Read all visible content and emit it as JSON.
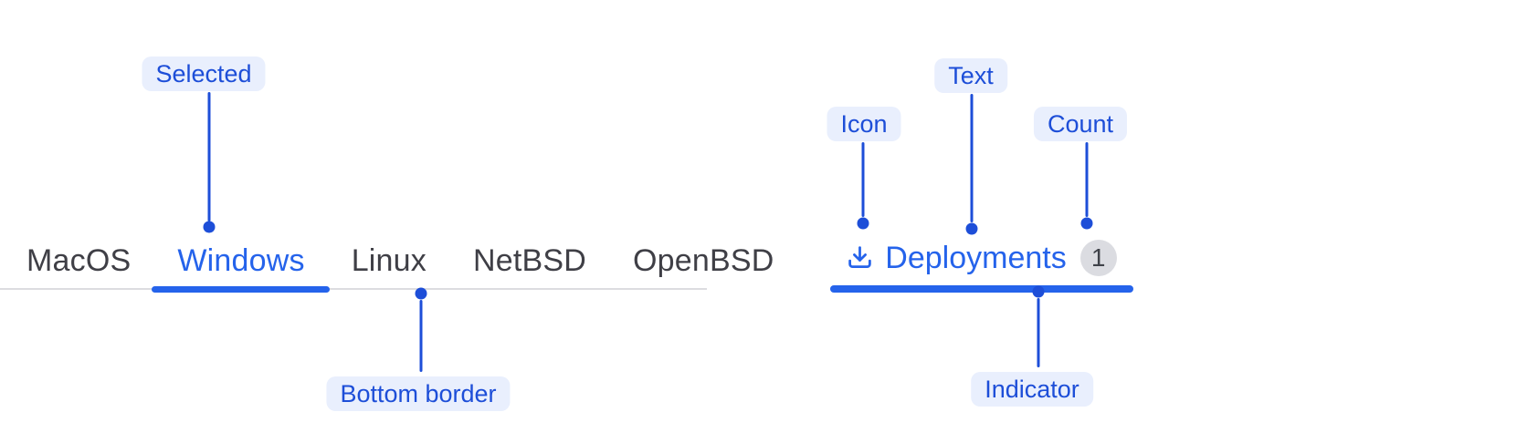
{
  "colors": {
    "accent_blue": "#2563eb",
    "annotation_blue": "#1d4ed8",
    "pill_background": "#e9effd",
    "inactive_tab_text": "#3f3f46",
    "border_gray": "#dcdce0",
    "badge_background": "#dbdce1",
    "badge_text": "#3f4249"
  },
  "tabs_demo": {
    "items": [
      {
        "label": "MacOS",
        "selected": false
      },
      {
        "label": "Windows",
        "selected": true
      },
      {
        "label": "Linux",
        "selected": false
      },
      {
        "label": "NetBSD",
        "selected": false
      },
      {
        "label": "OpenBSD",
        "selected": false
      }
    ],
    "callouts": {
      "selected": "Selected",
      "bottom_border": "Bottom border"
    }
  },
  "deployment_demo": {
    "tab": {
      "icon": "download-icon",
      "label": "Deployments",
      "count": "1",
      "selected": true
    },
    "callouts": {
      "icon": "Icon",
      "text": "Text",
      "count": "Count",
      "indicator": "Indicator"
    }
  }
}
